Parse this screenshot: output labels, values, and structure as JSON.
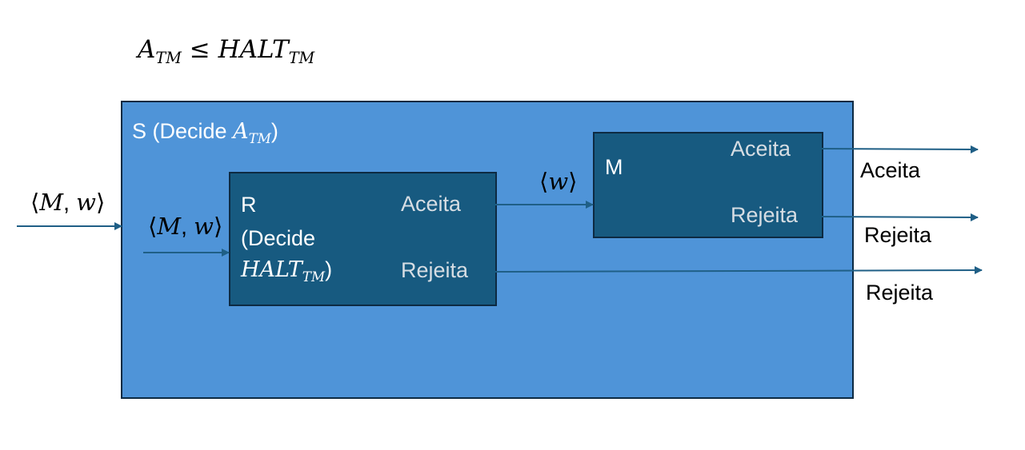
{
  "title": {
    "a": "A",
    "a_sub": "TM",
    "op": " ≤ ",
    "h": "HALT",
    "h_sub": "TM"
  },
  "machine_s": {
    "prefix": "S (Decide ",
    "a": "A",
    "a_sub": "TM",
    "suffix": ")"
  },
  "machine_r": {
    "name": "R",
    "decide_open": "(Decide",
    "h": "HALT",
    "h_sub": "TM",
    "close": ")",
    "accept": "Aceita",
    "reject": "Rejeita"
  },
  "machine_m": {
    "name": "M",
    "accept": "Aceita",
    "reject": "Rejeita"
  },
  "inputs": {
    "outer_left": "⟨",
    "outer_m": "M",
    "outer_sep": ", ",
    "outer_w": "w",
    "outer_right": "⟩",
    "inner_left": "⟨",
    "inner_m": "M",
    "inner_sep": ", ",
    "inner_w": "w",
    "inner_right": "⟩",
    "w_left": "⟨",
    "w_w": "w",
    "w_right": "⟩"
  },
  "outputs": {
    "accept": "Aceita",
    "reject_m": "Rejeita",
    "reject_r": "Rejeita"
  },
  "colors": {
    "outer_box": "#4f94d8",
    "inner_box": "#175a80",
    "border": "#0d2a42",
    "arrow": "#1f5f86"
  }
}
